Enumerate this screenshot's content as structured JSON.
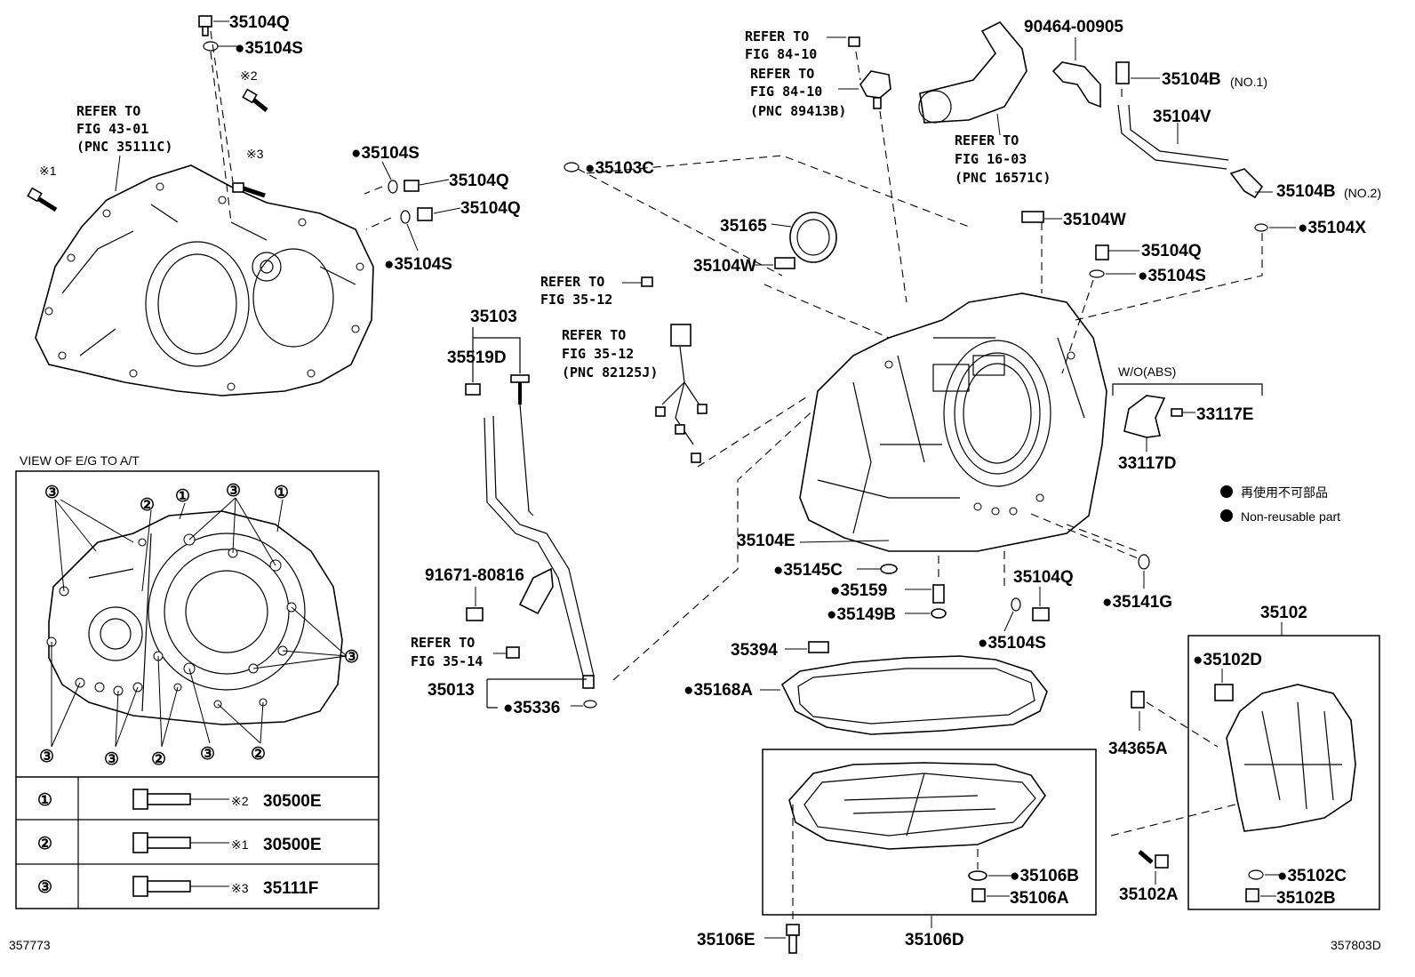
{
  "diagram": {
    "figure_id_left": "357773",
    "figure_id_right": "357803D",
    "legend": {
      "symbol": "●",
      "lines": [
        "再使用不可部品",
        "Non-reusable part"
      ]
    },
    "callouts": {
      "p35104Q_a": "35104Q",
      "p35104S_a": "●35104S",
      "mark2": "※2",
      "mark3": "※3",
      "mark1": "※1",
      "p35104S_b": "●35104S",
      "p35104Q_b": "35104Q",
      "p35104Q_c": "35104Q",
      "p35104S_c": "●35104S",
      "p35103C": "●35103C",
      "p35165": "35165",
      "p35104W_a": "35104W",
      "p35103": "35103",
      "p35519D": "35519D",
      "p90464": "90464-00905",
      "p35104B_1": "35104B",
      "p35104B_1_note": "(NO.1)",
      "p35104V": "35104V",
      "p35104B_2": "35104B",
      "p35104B_2_note": "(NO.2)",
      "p35104X": "●35104X",
      "p35104W_b": "35104W",
      "p35104Q_d": "35104Q",
      "p35104S_d": "●35104S",
      "p33117E": "33117E",
      "p33117D": "33117D",
      "wo_abs": "W/O(ABS)",
      "p35104E": "35104E",
      "p35145C": "●35145C",
      "p35159": "●35159",
      "p35149B": "●35149B",
      "p35104Q_e": "35104Q",
      "p35104S_e": "●35104S",
      "p35141G": "●35141G",
      "p91671": "91671-80816",
      "p35013": "35013",
      "p35336": "●35336",
      "p35394": "35394",
      "p35168A": "●35168A",
      "p35102": "35102",
      "p35102D": "●35102D",
      "p34365A": "34365A",
      "p35102C": "●35102C",
      "p35102B": "35102B",
      "p35102A": "35102A",
      "p35106B": "●35106B",
      "p35106A": "35106A",
      "p35106E": "35106E",
      "p35106D": "35106D"
    },
    "refer_notes": {
      "fig43": [
        "REFER TO",
        "FIG 43-01",
        "(PNC 35111C)"
      ],
      "fig84a": [
        "REFER TO",
        "FIG 84-10"
      ],
      "fig84b": [
        "REFER TO",
        "FIG 84-10",
        "(PNC 89413B)"
      ],
      "fig16": [
        "REFER TO",
        "FIG 16-03",
        "(PNC 16571C)"
      ],
      "fig35_12a": [
        "REFER TO",
        "FIG 35-12"
      ],
      "fig35_12b": [
        "REFER TO",
        "FIG 35-12",
        "(PNC 82125J)"
      ],
      "fig35_14": [
        "REFER TO",
        "FIG 35-14"
      ]
    },
    "inset": {
      "title": "VIEW OF E/G TO A/T",
      "circled_labels": [
        "①",
        "②",
        "③"
      ],
      "table": [
        {
          "key": "①",
          "mark": "※2",
          "part": "30500E"
        },
        {
          "key": "②",
          "mark": "※1",
          "part": "30500E"
        },
        {
          "key": "③",
          "mark": "※3",
          "part": "35111F"
        }
      ]
    }
  }
}
